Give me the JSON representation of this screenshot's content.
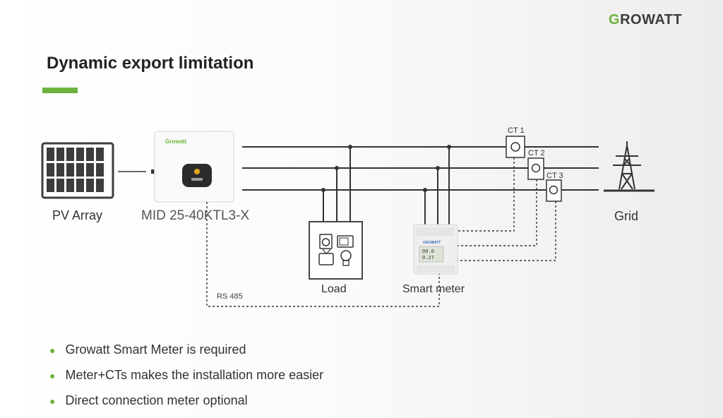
{
  "brand": {
    "logo_first": "G",
    "logo_rest": "ROWATT",
    "inverter_brand": "Growatt"
  },
  "title": "Dynamic export limitation",
  "diagram": {
    "pv_label": "PV Array",
    "inverter_label": "MID 25-40KTL3-X",
    "grid_label": "Grid",
    "load_label": "Load",
    "meter_label": "Smart meter",
    "rs485_label": "RS 485",
    "ct_labels": [
      "CT 1",
      "CT 2",
      "CT 3"
    ],
    "meter_display": [
      "00.0",
      "0.27"
    ]
  },
  "bullets": [
    "Growatt Smart Meter is required",
    "Meter+CTs  makes the installation more easier",
    "Direct connection meter optional"
  ],
  "colors": {
    "accent": "#6db33f",
    "wire": "#333333",
    "panel": "#3d3d3d"
  }
}
